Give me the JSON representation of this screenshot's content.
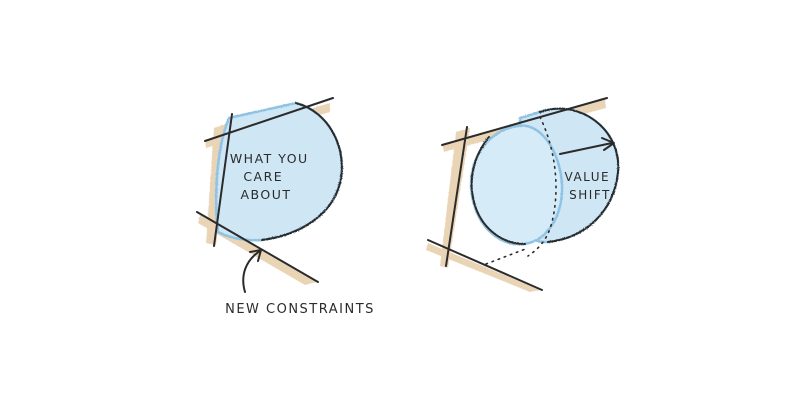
{
  "left_panel": {
    "blob_label_lines": [
      "WHAT YOU",
      "CARE",
      "ABOUT"
    ],
    "caption": "NEW CONSTRAINTS"
  },
  "right_panel": {
    "shift_label_lines": [
      "VALUE",
      "SHIFT"
    ]
  },
  "colors": {
    "ink": "#2b2b2b",
    "fill_blue": "#cfe6f5",
    "stroke_blue": "#8ec3e4",
    "shade_tan": "#d9b27c"
  }
}
